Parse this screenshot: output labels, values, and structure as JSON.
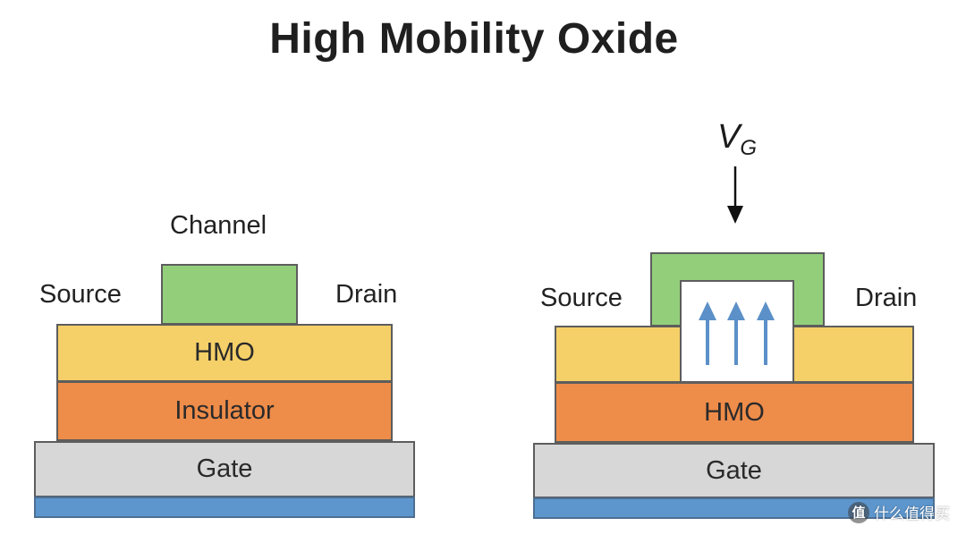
{
  "title": "High Mobility Oxide",
  "left_stack": {
    "channel_label": "Channel",
    "source_label": "Source",
    "drain_label": "Drain",
    "layer_top": "HMO",
    "layer_middle": "Insulator",
    "layer_bottom": "Gate"
  },
  "right_stack": {
    "vg_label": "V",
    "vg_subscript": "G",
    "source_label": "Source",
    "drain_label": "Drain",
    "layer_middle": "HMO",
    "layer_bottom": "Gate"
  },
  "watermark": {
    "logo_text": "值",
    "text": "什么值得买"
  },
  "colors": {
    "hmo": "#f5cf68",
    "insulator": "#ee8c49",
    "gate": "#d7d7d7",
    "base": "#5d96cd",
    "channel": "#93cf7b",
    "arrow": "#5b90c8"
  }
}
